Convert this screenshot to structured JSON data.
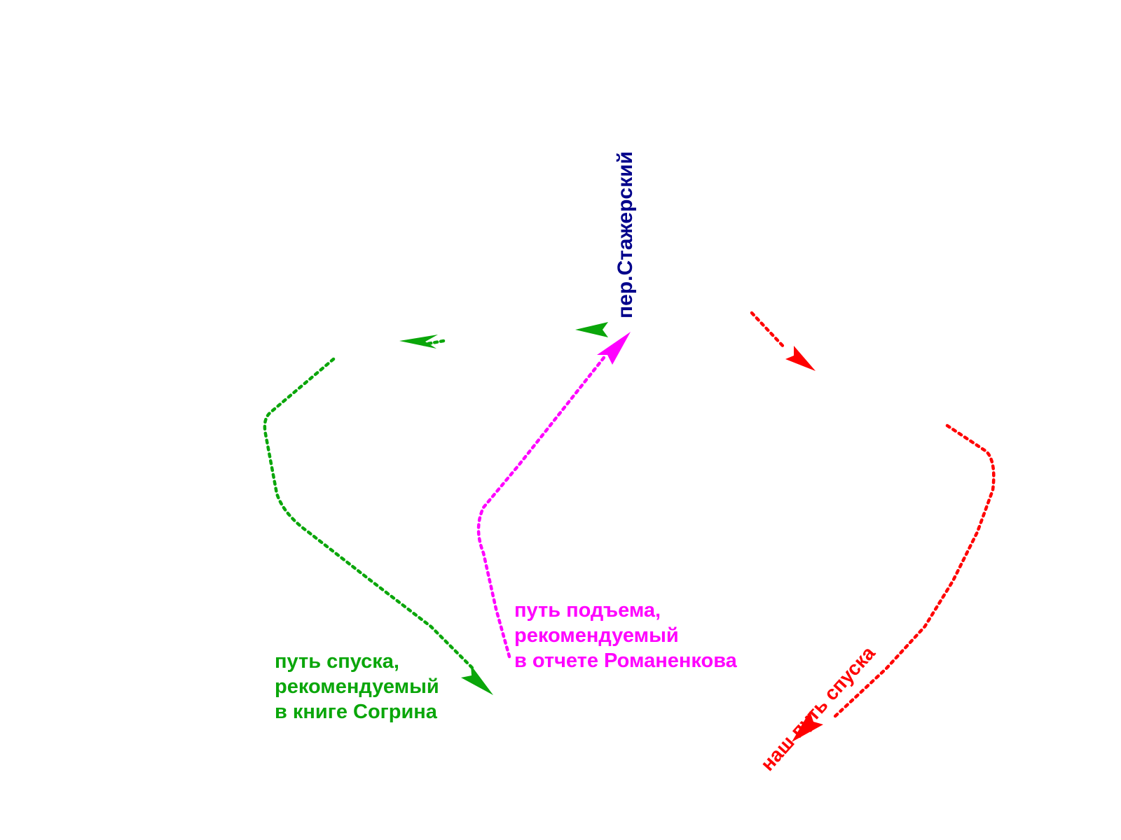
{
  "colors": {
    "descent_sogrin": "#0aa60a",
    "ascent_romanenkov": "#ff00ff",
    "our_descent": "#ff0000",
    "pass_label": "#00008b"
  },
  "labels": {
    "pass_name": "пер.Стажерский",
    "green_route": {
      "line1": "путь спуска,",
      "line2": "рекомендуемый",
      "line3": "в книге Согрина"
    },
    "magenta_route": {
      "line1": "путь подъема,",
      "line2": "рекомендуемый",
      "line3": "в отчете Романенкова"
    },
    "red_route": "наш путь спуска"
  }
}
